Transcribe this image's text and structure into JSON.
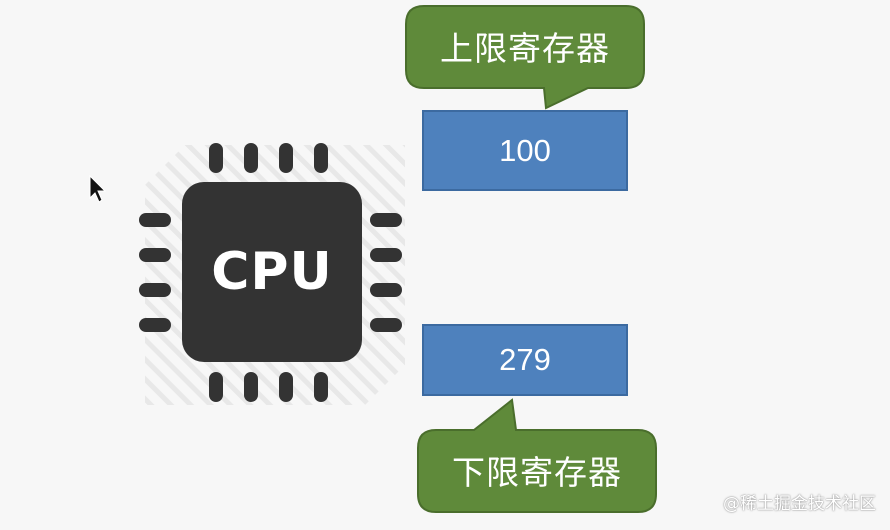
{
  "cpu": {
    "label": "CPU",
    "icon": "cpu-chip-icon",
    "color": "#333333"
  },
  "upper_register": {
    "callout_label": "上限寄存器",
    "value": "100"
  },
  "lower_register": {
    "callout_label": "下限寄存器",
    "value": "279"
  },
  "colors": {
    "register_fill": "#4e81bd",
    "callout_fill": "#5f8a3a",
    "background": "#f7f7f7"
  },
  "watermark": "@稀土掘金技术社区",
  "cursor": "mouse-pointer-icon"
}
